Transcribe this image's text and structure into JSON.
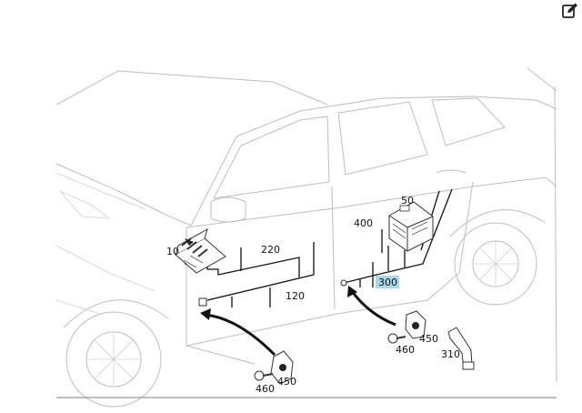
{
  "toolbar": {
    "edit_icon": "edit-icon"
  },
  "callouts": {
    "c10": "10",
    "c220": "220",
    "c120": "120",
    "c50": "50",
    "c400": "400",
    "c300": "300",
    "c450_left": "450",
    "c460_left": "460",
    "c450_right": "450",
    "c460_right": "460",
    "c310": "310"
  },
  "highlight_color": "#a9d6ea"
}
